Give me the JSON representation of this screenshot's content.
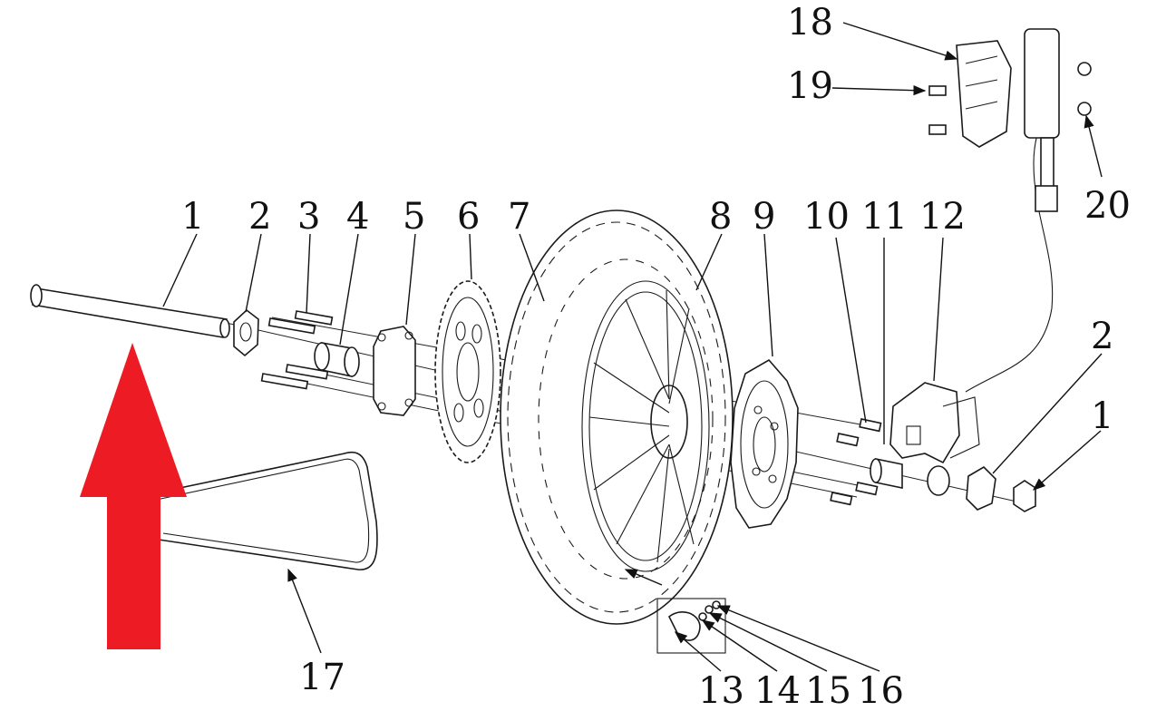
{
  "callouts": {
    "c1a": "1",
    "c2a": "2",
    "c3": "3",
    "c4": "4",
    "c5": "5",
    "c6": "6",
    "c7": "7",
    "c8": "8",
    "c9": "9",
    "c10": "10",
    "c11": "11",
    "c12": "12",
    "c2b": "2",
    "c1b": "1",
    "c13": "13",
    "c14": "14",
    "c15": "15",
    "c16": "16",
    "c17": "17",
    "c18": "18",
    "c19": "19",
    "c20": "20"
  },
  "colors": {
    "highlight_arrow": "#ed1c24",
    "ink": "#111111"
  }
}
